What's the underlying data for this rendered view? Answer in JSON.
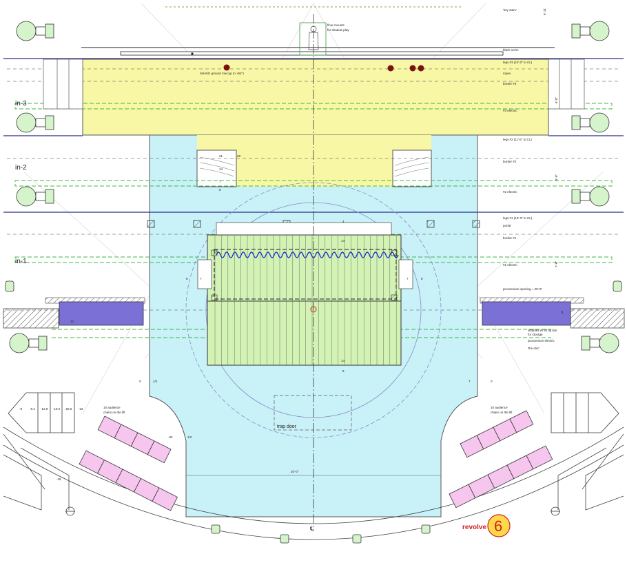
{
  "header": {
    "key_stars": "'key stars'",
    "dim_top": "6'-11\""
  },
  "labels": {
    "floor_mounts_1": "floor mounts",
    "floor_mounts_2": "for shadow play",
    "black_scrim": "black scrim",
    "shake_row": "SHAKE ground row (up to +64\")",
    "legs3": "legs #3 (10'-0\" to CL)",
    "ropes": "ropes",
    "border3": "border #3",
    "electric3": "#3 electric",
    "legs2": "legs #2 (11'-6\" to CL)",
    "border2": "border #2",
    "electric2": "#2 electric",
    "legs1": "legs #1 (13'-0\" to CL)",
    "portal": "portal",
    "border1": "border #1",
    "electric1": "#1 electric",
    "proscenium_opening": "proscenium opening = 25'-6\"",
    "sittables_1": "sittables w/ lift up lids",
    "sittables_2": "for storage",
    "proscenium_electric": "proscenium electric",
    "the_disc": "'the disc'",
    "audience_l_1": "10 audience",
    "audience_l_2": "chairs on the lift",
    "audience_r_1": "10 audience",
    "audience_r_2": "chairs on the lift",
    "trap_door": "trap door",
    "width_dim": "20'-0\"",
    "centerline": "℄",
    "pl_mark": "℄",
    "revolve_word": "revolve",
    "revolve_num": "6"
  },
  "zones": [
    "in-3",
    "in-2",
    "in-1"
  ],
  "dims_right": [
    "6'-0\"",
    "6'-0\"",
    "7'-6\""
  ],
  "stair_values": [
    "-8",
    "-9.4",
    "-12.8",
    "-19.2",
    "-25.6",
    "-32"
  ],
  "small_marks": {
    "m21": "21",
    "m28": "28",
    "m14a": "14",
    "m8a": "8",
    "m7a": "7",
    "m4": "4",
    "m14b": "14",
    "m8l": "8",
    "m7l": "7",
    "m7r": "7",
    "m8r": "8",
    "m14c": "14",
    "m14d": "14",
    "m8b": "8",
    "m0l": "0",
    "m12l": "1/2",
    "m7b": "7",
    "m0r": "0",
    "m32": "-32",
    "m12b": "1/2",
    "m26": "-26"
  },
  "colors": {
    "upstage_yellow": "#f8f7a6",
    "stage_cyan": "#c9f1f8",
    "platform_green": "#d3f3b5",
    "sittable_blue": "#7a70d6",
    "chair_pink": "#f6c6ef",
    "lineset_blue": "#2a2e8a",
    "electric_green": "#3fb83f",
    "revolve_red": "#cc2222"
  }
}
